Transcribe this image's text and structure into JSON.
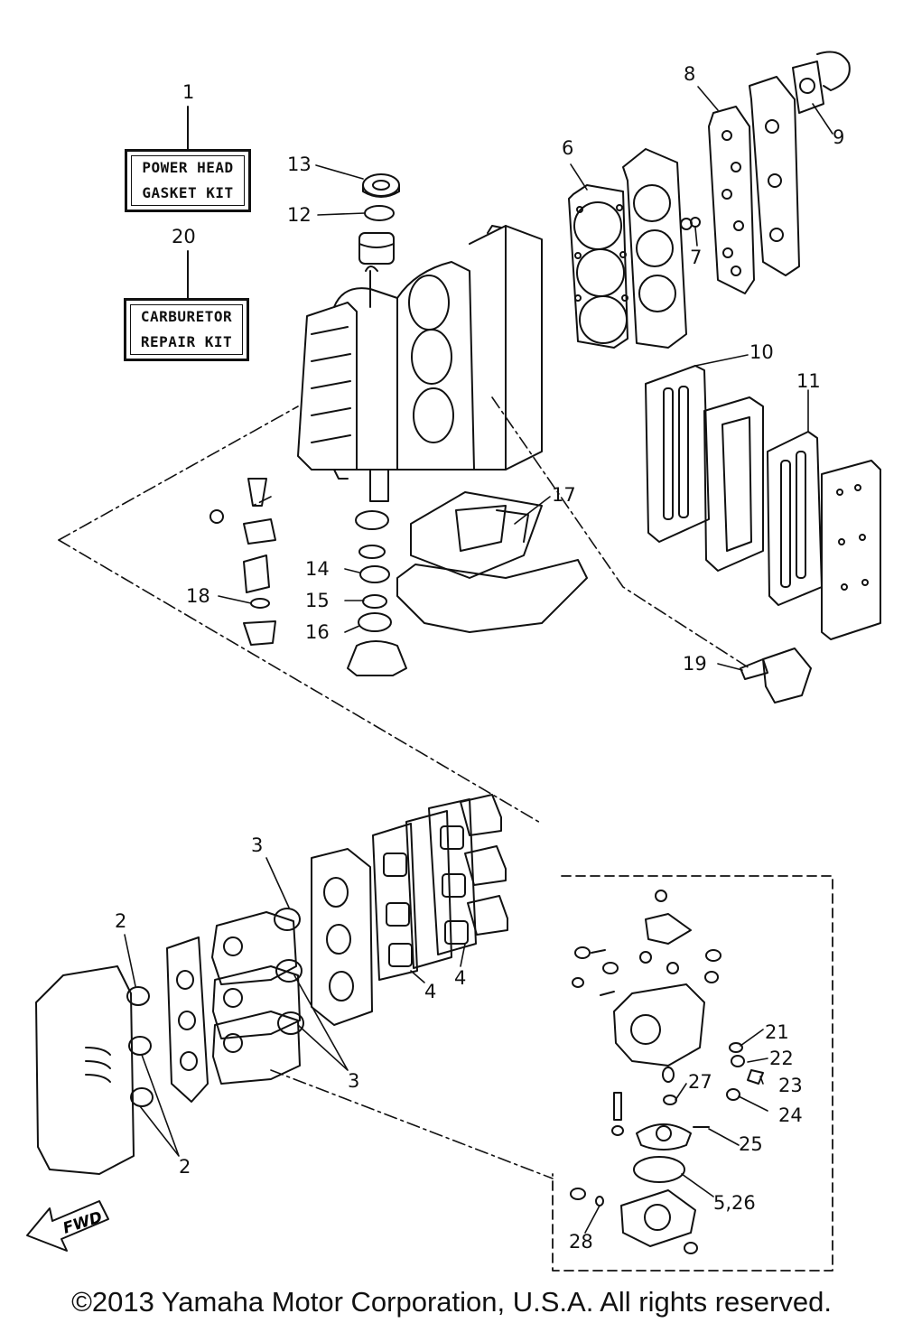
{
  "kits": {
    "power_head": {
      "number": "1",
      "line1": "POWER HEAD",
      "line2": "GASKET KIT"
    },
    "carburetor": {
      "number": "20",
      "line1": "CARBURETOR",
      "line2": "REPAIR KIT"
    }
  },
  "callouts": {
    "c2a": "2",
    "c2b": "2",
    "c3a": "3",
    "c3b": "3",
    "c4a": "4",
    "c4b": "4",
    "c526": "5,26",
    "c6": "6",
    "c7": "7",
    "c8": "8",
    "c9": "9",
    "c10": "10",
    "c11": "11",
    "c12": "12",
    "c13": "13",
    "c14": "14",
    "c15": "15",
    "c16": "16",
    "c17": "17",
    "c18": "18",
    "c19": "19",
    "c21": "21",
    "c22": "22",
    "c23": "23",
    "c24": "24",
    "c25": "25",
    "c27": "27",
    "c28": "28"
  },
  "direction_marker": {
    "label": "FWD"
  },
  "copyright": "©2013 Yamaha Motor Corporation, U.S.A. All rights reserved."
}
